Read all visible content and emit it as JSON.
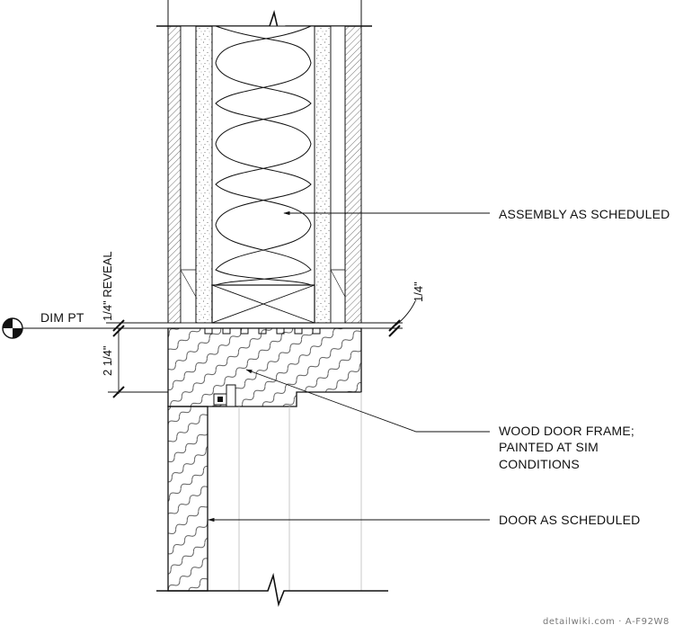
{
  "notes": {
    "assembly": "ASSEMBLY AS SCHEDULED",
    "frame_line1": "WOOD DOOR FRAME;",
    "frame_line2": "PAINTED AT SIM",
    "frame_line3": "CONDITIONS",
    "door": "DOOR AS SCHEDULED"
  },
  "dimensions": {
    "dim_pt": "DIM PT",
    "reveal": "1/4\" REVEAL",
    "head_depth": "2 1/4\"",
    "gap": "1/4\""
  },
  "watermark": "detailwiki.com · A-F92W8"
}
